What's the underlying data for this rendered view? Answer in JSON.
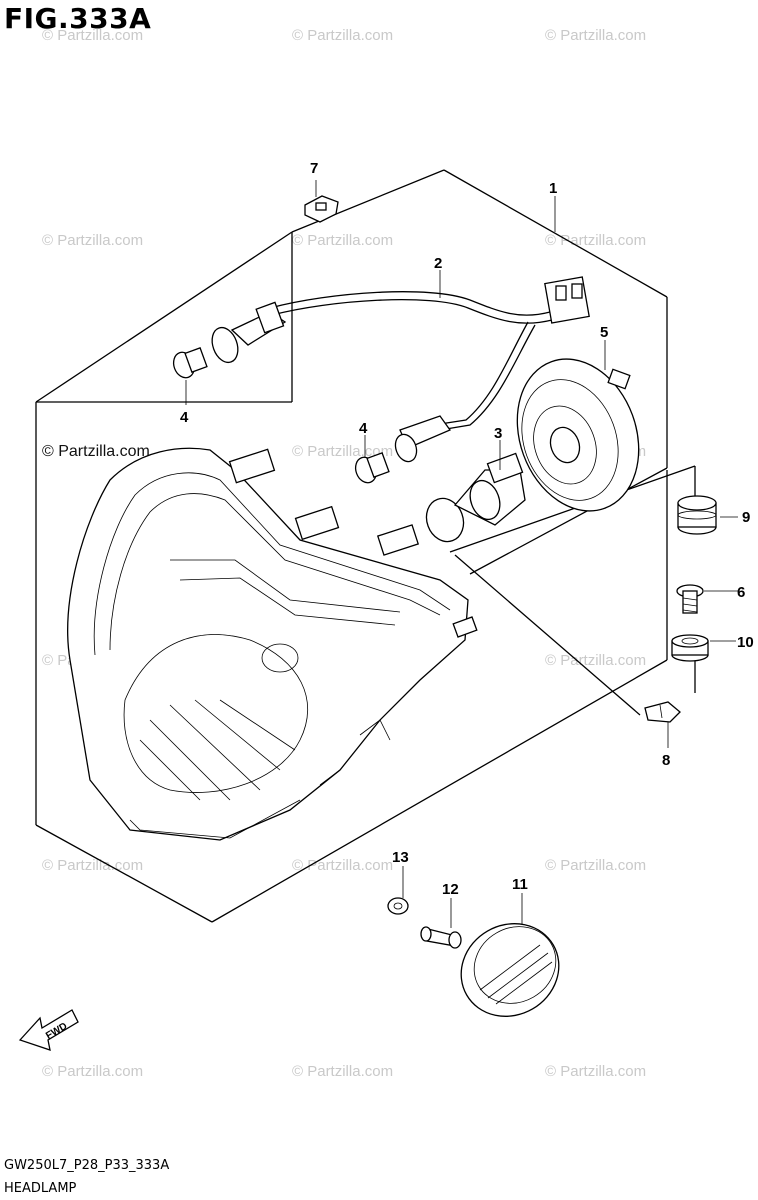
{
  "figure": {
    "title": "FIG.333A",
    "code": "GW250L7_P28_P33_333A",
    "name": "HEADLAMP",
    "fwd_label": "FWD"
  },
  "watermark": {
    "text": "© Partzilla.com",
    "prominent_text": "© Partzilla.com"
  },
  "callouts": [
    {
      "id": "1",
      "label": "1"
    },
    {
      "id": "2",
      "label": "2"
    },
    {
      "id": "3",
      "label": "3"
    },
    {
      "id": "4a",
      "label": "4"
    },
    {
      "id": "4b",
      "label": "4"
    },
    {
      "id": "5",
      "label": "5"
    },
    {
      "id": "6",
      "label": "6"
    },
    {
      "id": "7",
      "label": "7"
    },
    {
      "id": "8",
      "label": "8"
    },
    {
      "id": "9",
      "label": "9"
    },
    {
      "id": "10",
      "label": "10"
    },
    {
      "id": "11",
      "label": "11"
    },
    {
      "id": "12",
      "label": "12"
    },
    {
      "id": "13",
      "label": "13"
    }
  ]
}
